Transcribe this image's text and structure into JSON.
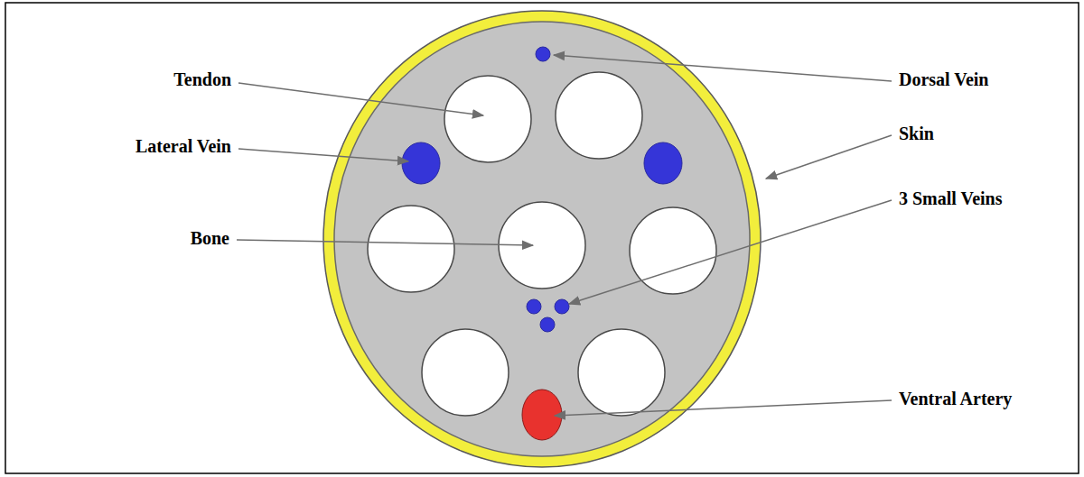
{
  "diagram": {
    "labels": [
      "Tendon",
      "Lateral Vein",
      "Bone",
      "Dorsal Vein",
      "Skin",
      "3 Small Veins",
      "Ventral Artery"
    ]
  }
}
